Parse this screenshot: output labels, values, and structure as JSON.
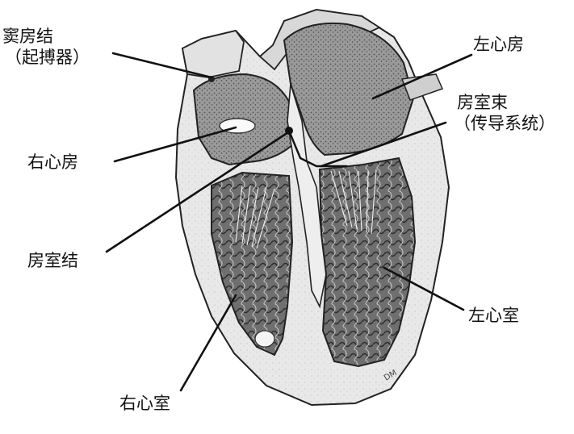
{
  "labels": {
    "sa_node": {
      "line1": "窦房结",
      "line2": "（起搏器）"
    },
    "right_atrium": "右心房",
    "av_node": "房室结",
    "right_ventricle": "右心室",
    "left_atrium": "左心房",
    "av_bundle": {
      "line1": "房室束",
      "line2": "（传导系统）"
    },
    "left_ventricle": "左心室"
  },
  "signature": "DM",
  "colors": {
    "ink": "#111111",
    "muscle": "#d6d6d6",
    "chamber": "#8a8a8a",
    "cavity": "#5e5e5e",
    "tissue_light": "#efefef"
  }
}
